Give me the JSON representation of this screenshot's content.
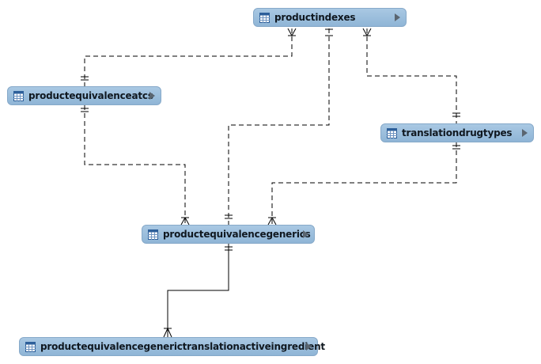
{
  "entities": [
    {
      "id": "productindexes",
      "label": "productindexes"
    },
    {
      "id": "productequivalenceatcs",
      "label": "productequivalenceatcs"
    },
    {
      "id": "translationdrugtypes",
      "label": "translationdrugtypes"
    },
    {
      "id": "productequivalencegenerics",
      "label": "productequivalencegenerics"
    },
    {
      "id": "productequivalencegenerictranslationactiveingredient",
      "label": "productequivalencegenerictranslationactiveingredient"
    }
  ],
  "relationships": [
    {
      "from": "productequivalenceatcs",
      "to": "productindexes",
      "style": "dashed"
    },
    {
      "from": "productequivalencegenerics",
      "to": "productindexes",
      "style": "dashed"
    },
    {
      "from": "translationdrugtypes",
      "to": "productindexes",
      "style": "dashed"
    },
    {
      "from": "productequivalencegenerics",
      "to": "productequivalenceatcs",
      "style": "dashed"
    },
    {
      "from": "productequivalencegenerics",
      "to": "translationdrugtypes",
      "style": "dashed"
    },
    {
      "from": "productequivalencegenerictranslationactiveingredient",
      "to": "productequivalencegenerics",
      "style": "solid"
    }
  ],
  "icons": {
    "entity": "table-icon",
    "expand": "expand-arrow-icon"
  },
  "colors": {
    "entity_fill": "#9dbfdd",
    "entity_border": "#86a9c9",
    "line": "#000000"
  }
}
